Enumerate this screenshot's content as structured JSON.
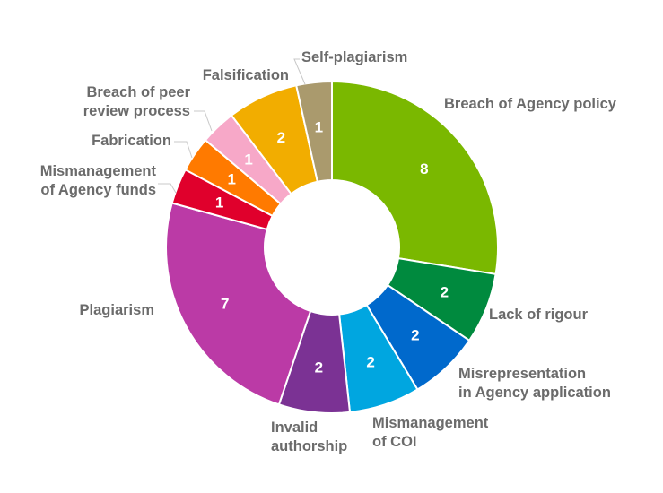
{
  "chart_data": {
    "type": "pie",
    "donut": true,
    "title": "",
    "slices": [
      {
        "label": "Breach of Agency policy",
        "value": 8,
        "color": "#7ab800"
      },
      {
        "label": "Lack of rigour",
        "value": 2,
        "color": "#008a3e"
      },
      {
        "label": "Misrepresentation in Agency application",
        "value": 2,
        "color": "#0069cc"
      },
      {
        "label": "Mismanagement of COI",
        "value": 2,
        "color": "#00a6e0"
      },
      {
        "label": "Invalid authorship",
        "value": 2,
        "color": "#7b3294"
      },
      {
        "label": "Plagiarism",
        "value": 7,
        "color": "#bb3aa6"
      },
      {
        "label": "Mismanagement of Agency funds",
        "value": 1,
        "color": "#e0002c"
      },
      {
        "label": "Fabrication",
        "value": 1,
        "color": "#ff7a00"
      },
      {
        "label": "Breach of peer review process",
        "value": 1,
        "color": "#f7a8c8"
      },
      {
        "label": "Falsification",
        "value": 2,
        "color": "#f2ad00"
      },
      {
        "label": "Self-plagiarism",
        "value": 1,
        "color": "#aa9a6d"
      }
    ]
  }
}
